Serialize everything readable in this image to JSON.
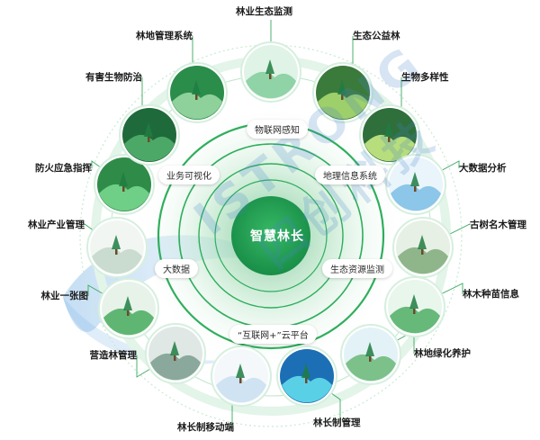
{
  "center": "智慧林长",
  "inner_ring": [
    "物联网感知",
    "地理信息系统",
    "生态资源监测",
    "“互联网+”云平台",
    "大数据",
    "业务可视化"
  ],
  "outer_nodes": [
    {
      "label": "林业生态监测",
      "icon": "forest-hills-icon"
    },
    {
      "label": "生态公益林",
      "icon": "deer-forest-icon"
    },
    {
      "label": "生物多样性",
      "icon": "wildlife-icon"
    },
    {
      "label": "大数据分析",
      "icon": "data-analysis-icon"
    },
    {
      "label": "古树名木管理",
      "icon": "old-tree-icon"
    },
    {
      "label": "林木种苗信息",
      "icon": "seedling-hands-icon"
    },
    {
      "label": "林地绿化养护",
      "icon": "green-hills-icon"
    },
    {
      "label": "林长制管理",
      "icon": "globe-network-icon"
    },
    {
      "label": "林长制移动端",
      "icon": "mobile-phone-icon"
    },
    {
      "label": "营造林管理",
      "icon": "misty-forest-icon"
    },
    {
      "label": "林业一张图",
      "icon": "map-icon"
    },
    {
      "label": "林业产业管理",
      "icon": "presentation-board-icon"
    },
    {
      "label": "防火应急指挥",
      "icon": "fire-alert-icon"
    },
    {
      "label": "有害生物防治",
      "icon": "pest-leaf-icon"
    },
    {
      "label": "林地管理系统",
      "icon": "forest-landscape-icon"
    }
  ],
  "watermark": "ISTRONG 四创科技",
  "colors": {
    "green": "#27a354",
    "dark_green": "#1d7f45",
    "light_green": "#d9f1e2"
  }
}
